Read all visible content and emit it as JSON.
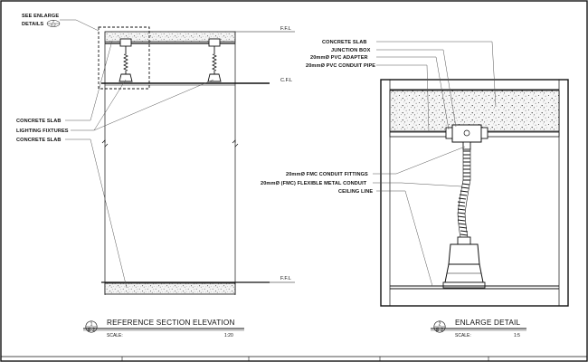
{
  "elevation": {
    "callout_see_enlarge": "SEE ENLARGE",
    "callout_details": "DETAILS",
    "callout_ref_top": "2",
    "callout_ref_bottom": "E-2",
    "level_ffl_top": "F.F.L",
    "level_cfl": "C.F.L",
    "level_ffl_bottom": "F.F.L",
    "label_concrete_slab_1": "CONCRETE SLAB",
    "label_lighting_fixtures": "LIGHTING FIXTURES",
    "label_concrete_slab_2": "CONCRETE SLAB",
    "title_number": "1",
    "title_sheet": "E-2",
    "title": "REFERENCE SECTION  ELEVATION",
    "scale_label": "SCALE:",
    "scale_value": "1:20"
  },
  "detail": {
    "label_concrete_slab": "CONCRETE SLAB",
    "label_junction_box": "JUNCTION BOX",
    "label_pvc_adapter": "20mmØ PVC ADAPTER",
    "label_pvc_pipe": "20mmØ PVC CONDUIT PIPE",
    "label_fmc_fittings": "20mmØ FMC CONDUIT FITTINGS",
    "label_fmc_flexible": "20mmØ (FMC) FLEXIBLE METAL CONDUIT",
    "label_ceiling_line": "CEILING LINE",
    "title_number": "2",
    "title_sheet": "E-2",
    "title": "ENLARGE DETAIL",
    "scale_label": "SCALE:",
    "scale_value": "1:5"
  },
  "colors": {
    "line": "#111111",
    "leader": "#555555",
    "slab_fill": "#f4f4f4"
  }
}
